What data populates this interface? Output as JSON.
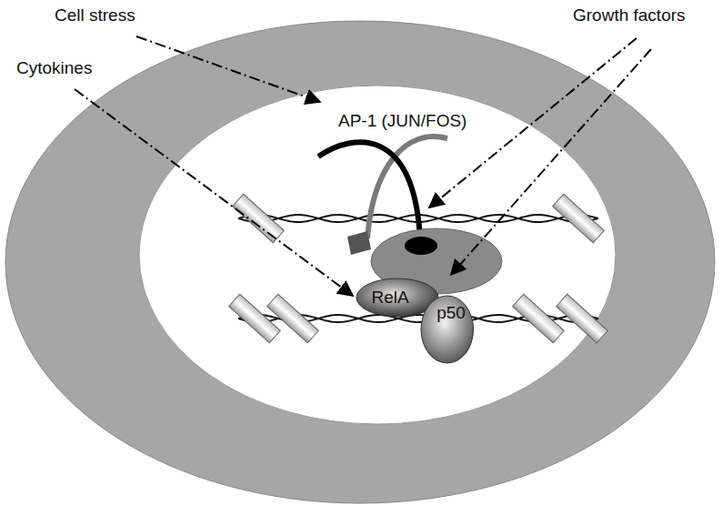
{
  "diagram": {
    "nodes": [
      {
        "text": [
          "RelA"
        ]
      },
      {
        "text": [
          "p50"
        ]
      }
    ],
    "labels": [
      "Cell stress",
      "Growth factors",
      "Cytokines",
      "AP-1 (JUN/FOS)"
    ]
  }
}
